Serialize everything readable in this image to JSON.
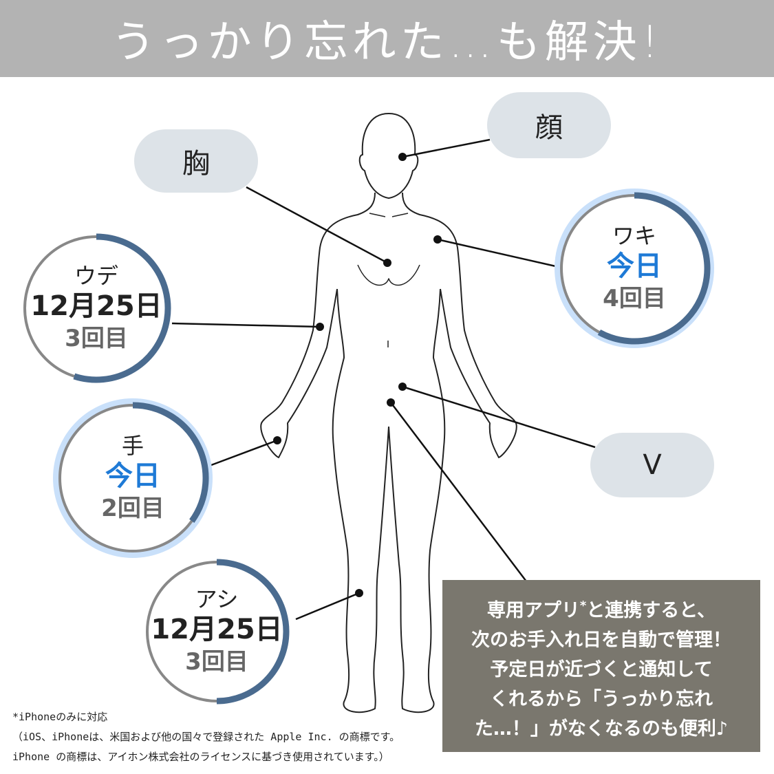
{
  "header": {
    "title": "うっかり忘れた…も解決!"
  },
  "pills": {
    "chest": "胸",
    "face": "顔",
    "v": "V"
  },
  "rings": [
    {
      "part": "ウデ",
      "date": "12月25日",
      "count": "3回目",
      "today": false,
      "progress": 0.55
    },
    {
      "part": "手",
      "date": "今日",
      "count": "2回目",
      "today": true,
      "progress": 0.35
    },
    {
      "part": "アシ",
      "date": "12月25日",
      "count": "3回目",
      "today": false,
      "progress": 0.5
    },
    {
      "part": "ワキ",
      "date": "今日",
      "count": "4回目",
      "today": true,
      "progress": 0.58
    }
  ],
  "info_box": {
    "line1a": "専用アプリ",
    "line1sup": "*",
    "line1b": "と連携すると、",
    "line2": "次のお手入れ日を自動で管理！",
    "line3": "予定日が近づくと通知して",
    "line4": "くれるから「うっかり忘れ",
    "line5": "た…！」がなくなるのも便利♪"
  },
  "footnote": {
    "line1": "*iPhoneのみに対応",
    "line2": "（iOS、iPhoneは、米国および他の国々で登録された Apple Inc. の商標です。",
    "line3": "iPhone の商標は、アイホン株式会社のライセンスに基づき使用されています。）"
  },
  "colors": {
    "header": "#b3b3b3",
    "ring_dark": "#4a6b8f",
    "ring_gray": "#888888",
    "glow": "#c9e0fa",
    "today": "#1e7ad6",
    "pill": "#dde3e8",
    "box": "#7a776e"
  }
}
